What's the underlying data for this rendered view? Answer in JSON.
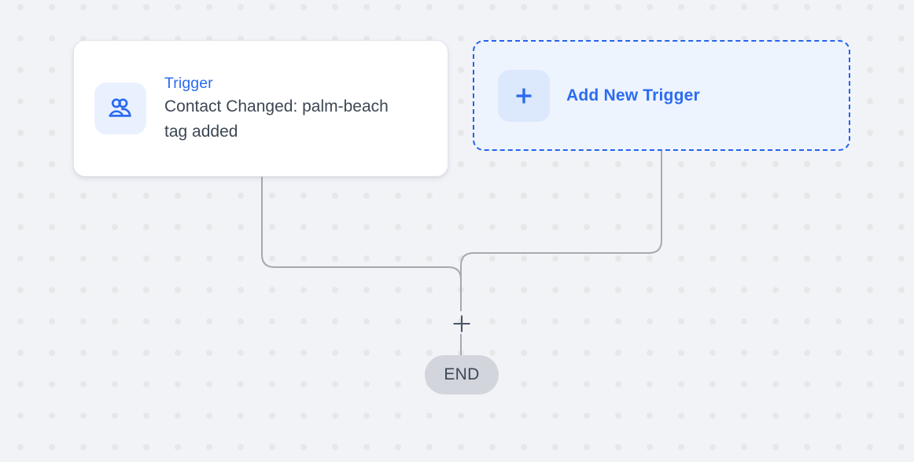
{
  "canvas": {
    "background_color": "#f1f3f7",
    "dot_color": "#e7e7e8"
  },
  "nodes": {
    "trigger": {
      "icon": "users-icon",
      "kicker": "Trigger",
      "title": "Contact Changed: palm-beach tag added",
      "accent_color": "#2a6bf2",
      "text_color": "#3d4754",
      "tile_color": "#eaf1fe"
    },
    "add_trigger": {
      "icon": "plus-icon",
      "label": "Add New Trigger",
      "accent_color": "#2b6cf0",
      "background_color": "#eef4fe",
      "border_color": "#2563eb",
      "tile_color": "#dce8fb"
    },
    "add_step": {
      "icon": "plus-icon",
      "color": "#4b5565"
    },
    "end": {
      "label": "END",
      "background_color": "#d2d5dc",
      "text_color": "#3d4754"
    }
  },
  "connectors": {
    "color": "#a6a9b0",
    "width": 2
  }
}
